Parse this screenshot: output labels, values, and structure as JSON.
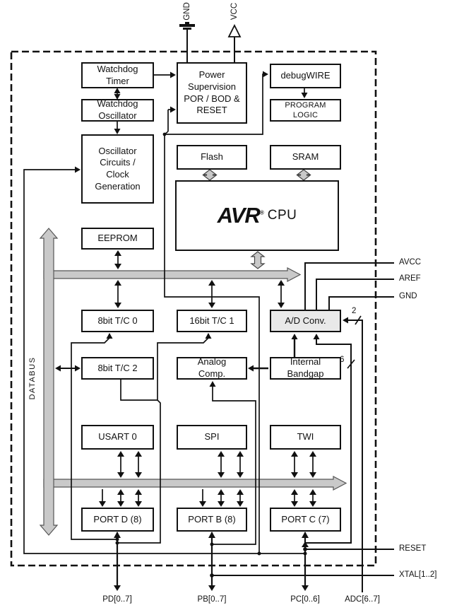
{
  "diagram": {
    "type": "block-diagram",
    "subject": "AVR microcontroller block diagram"
  },
  "blocks": {
    "watchdog_timer": "Watchdog\nTimer",
    "watchdog_oscillator": "Watchdog\nOscillator",
    "oscillator_circuits": "Oscillator\nCircuits /\nClock\nGeneration",
    "power_supervision": "Power\nSupervision\nPOR / BOD &\nRESET",
    "debugwire": "debugWIRE",
    "program_logic": "PROGRAM\nLOGIC",
    "flash": "Flash",
    "sram": "SRAM",
    "eeprom": "EEPROM",
    "timer0": "8bit T/C 0",
    "timer1": "16bit T/C 1",
    "adc": "A/D Conv.",
    "timer2": "8bit T/C 2",
    "analog_comp": "Analog\nComp.",
    "bandgap": "Internal\nBandgap",
    "usart0": "USART 0",
    "spi": "SPI",
    "twi": "TWI",
    "portd": "PORT D (8)",
    "portb": "PORT B (8)",
    "portc": "PORT C (7)"
  },
  "cpu": {
    "brand": "AVR",
    "reg_mark": "®",
    "suffix": "CPU"
  },
  "bus": {
    "label": "DATABUS"
  },
  "pins": {
    "gnd_top": "GND",
    "vcc_top": "VCC",
    "avcc": "AVCC",
    "aref": "AREF",
    "gnd_right": "GND",
    "reset": "RESET",
    "xtal": "XTAL[1..2]",
    "pd": "PD[0..7]",
    "pb": "PB[0..7]",
    "pc": "PC[0..6]",
    "adc_pins": "ADC[6..7]"
  },
  "annotations": {
    "adc_dedicated_channels": "2",
    "adc_port_channels": "6"
  },
  "colors": {
    "line": "#111111",
    "bus_fill": "#c9c9c9",
    "adc_fill": "#e9e9e9",
    "background": "#ffffff"
  }
}
